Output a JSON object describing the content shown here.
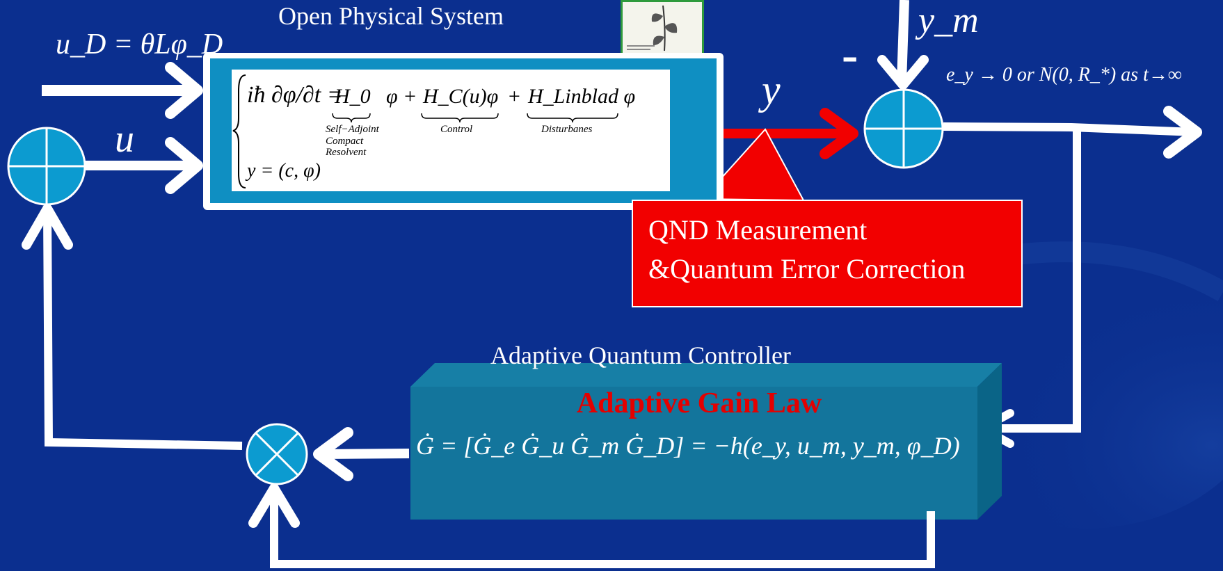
{
  "diagram": {
    "title_system": "Open Physical System",
    "title_controller": "Adaptive Quantum Controller",
    "qnd_line1": "QND Measurement",
    "qnd_line2": "&Quantum Error Correction",
    "gain_law_title": "Adaptive Gain Law",
    "labels": {
      "u_d_eq": "u_D = θLφ_D",
      "u": "u",
      "y": "y",
      "y_m": "y_m",
      "minus_sign": "-",
      "error_eq": "e_y → 0 or N(0, R_*) as t→∞"
    },
    "plant_equation": {
      "term_lhs": "iħ ∂φ/∂t =",
      "term_h0": "H_0",
      "term_h0_notes": [
        "Self−Adjoint",
        "Compact",
        "Resolvent"
      ],
      "term_control": "H_C(u)φ",
      "term_control_note": "Control",
      "term_disturb": "H_Linblad φ",
      "term_disturb_note": "Disturbanes",
      "output_eq": "y = (c, φ)"
    },
    "gain_equation": "Ġ = [Ġ_e Ġ_u Ġ_m Ġ_D] = −h(e_y, u_m, y_m, φ_D)",
    "colors": {
      "background": "#0b2f8f",
      "plant_frame": "#0f8fc2",
      "qnd_box": "#f20000",
      "controller_box": "#13759c",
      "gain_title": "#e40000",
      "summing_junction": "#0c9bd0"
    }
  }
}
